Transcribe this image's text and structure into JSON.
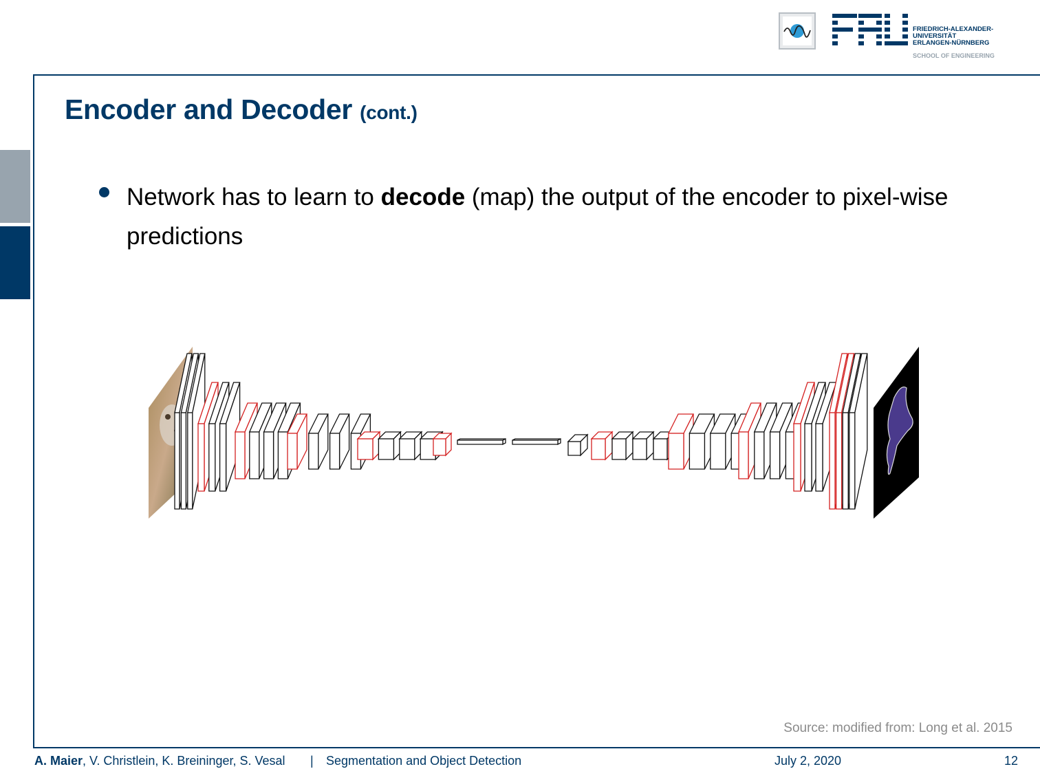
{
  "header": {
    "logo_lines": [
      "FRIEDRICH-ALEXANDER-",
      "UNIVERSITÄT",
      "ERLANGEN-NÜRNBERG"
    ],
    "logo_school": "SCHOOL OF ENGINEERING",
    "icons": [
      "lme-logo-icon",
      "fau-logo-icon"
    ]
  },
  "slide": {
    "title_main": "Encoder and Decoder",
    "title_small": "(cont.)",
    "bullet": {
      "before": "Network has to learn to ",
      "bold": "decode",
      "after": " (map) the output of the encoder to pixel-wise predictions"
    },
    "source": "Source: modified from: Long et al. 2015"
  },
  "footer": {
    "author_bold": "A. Maier",
    "authors_rest": ", V. Christlein, K. Breininger, S. Vesal",
    "separator": "|",
    "course": "Segmentation and Object Detection",
    "date": "July 2, 2020",
    "page": "12"
  },
  "colors": {
    "fau_blue": "#003866",
    "gray_tab": "#98a4ae",
    "layer_red": "#d42020",
    "layer_black": "#111111"
  }
}
